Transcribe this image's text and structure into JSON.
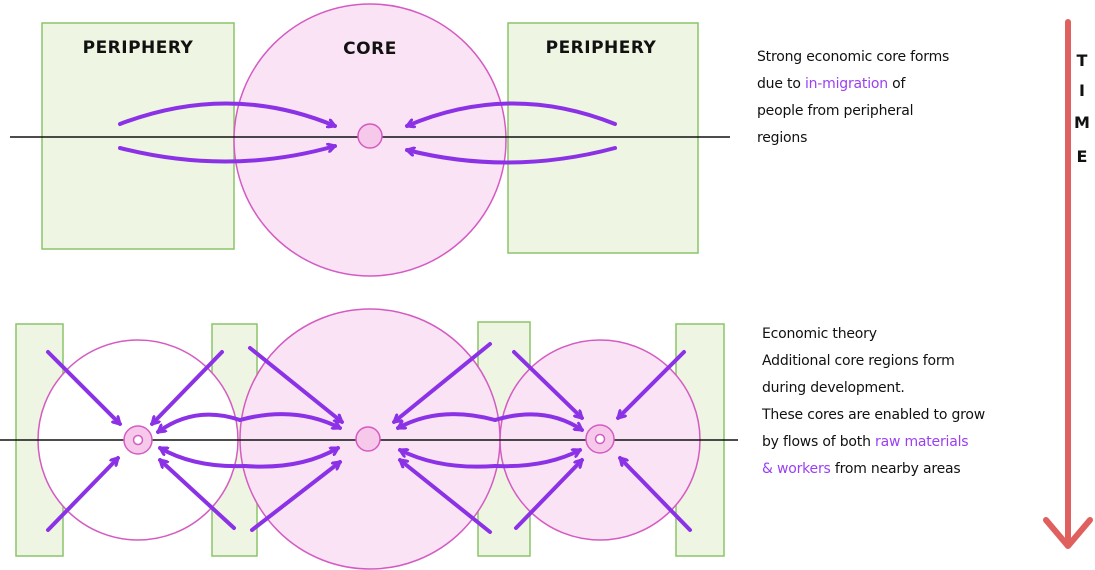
{
  "labels": {
    "periphery_left": "PERIPHERY",
    "core": "CORE",
    "periphery_right": "PERIPHERY"
  },
  "time_axis": {
    "letters": [
      "T",
      "I",
      "M",
      "E"
    ],
    "arrow_color": "#e06060"
  },
  "note_top": {
    "lines": [
      {
        "parts": [
          {
            "text": "Strong economic core forms",
            "hl": false
          }
        ]
      },
      {
        "parts": [
          {
            "text": "due to ",
            "hl": false
          },
          {
            "text": "in-migration",
            "hl": true
          },
          {
            "text": " of",
            "hl": false
          }
        ]
      },
      {
        "parts": [
          {
            "text": "people from peripheral",
            "hl": false
          }
        ]
      },
      {
        "parts": [
          {
            "text": "regions",
            "hl": false
          }
        ]
      }
    ]
  },
  "note_bottom": {
    "lines": [
      {
        "parts": [
          {
            "text": "Economic theory",
            "hl": false
          }
        ]
      },
      {
        "parts": [
          {
            "text": "Additional core regions form",
            "hl": false
          }
        ]
      },
      {
        "parts": [
          {
            "text": "during development.",
            "hl": false
          }
        ]
      },
      {
        "parts": [
          {
            "text": "These cores are enabled to grow",
            "hl": false
          }
        ]
      },
      {
        "parts": [
          {
            "text": "by flows of both ",
            "hl": false
          },
          {
            "text": "raw materials",
            "hl": true
          }
        ]
      },
      {
        "parts": [
          {
            "text": "& workers",
            "hl": true
          },
          {
            "text": " from nearby areas",
            "hl": false
          }
        ]
      }
    ]
  },
  "colors": {
    "periphery_fill": "#eef5e2",
    "periphery_stroke": "#8cc46a",
    "core_fill": "#f9e3f4",
    "core_stroke": "#d45bc2",
    "arrow": "#8b32e6",
    "highlight_text": "#9b3ff2",
    "baseline": "#111111"
  }
}
